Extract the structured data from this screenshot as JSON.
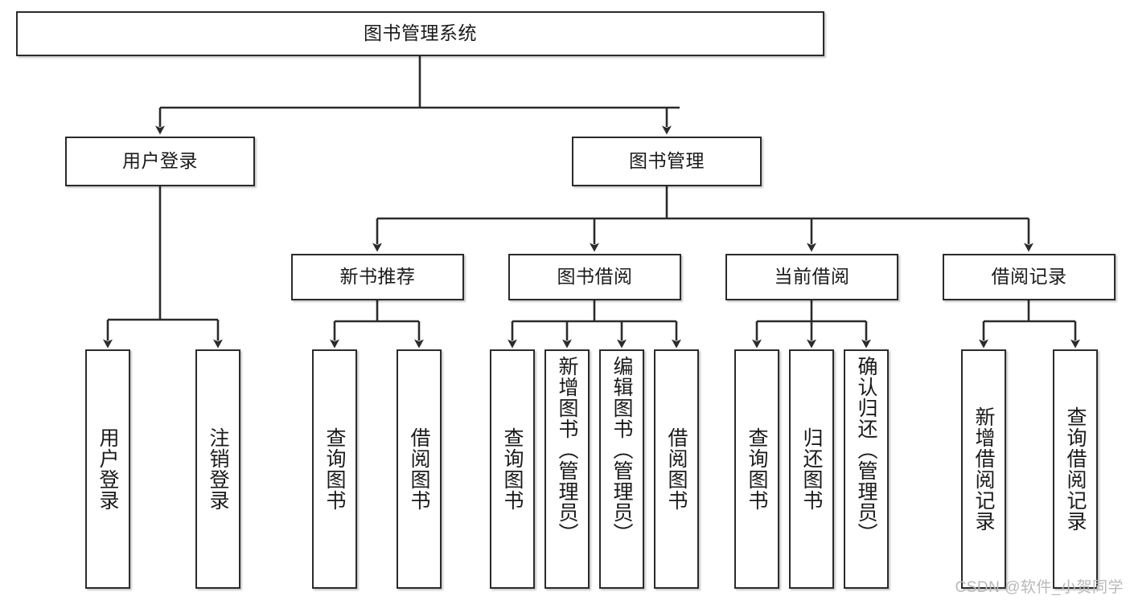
{
  "diagram": {
    "type": "hierarchy-tree",
    "title": "图书管理系统",
    "watermark": "CSDN @软件_小贺同学",
    "colors": {
      "box_border": "#2b2b2b",
      "box_fill": "#ffffff",
      "line": "#2b2b2b",
      "text": "#1a1a1a",
      "watermark": "#b9b9b9"
    },
    "levels": {
      "root": {
        "label": "图书管理系统"
      },
      "level2": [
        {
          "id": "user-login",
          "label": "用户登录"
        },
        {
          "id": "book-management",
          "label": "图书管理"
        }
      ],
      "level3": [
        {
          "id": "new-book-recommend",
          "label": "新书推荐"
        },
        {
          "id": "book-borrow",
          "label": "图书借阅"
        },
        {
          "id": "current-borrow",
          "label": "当前借阅"
        },
        {
          "id": "borrow-record",
          "label": "借阅记录"
        }
      ],
      "leaves": [
        {
          "id": "leaf-user-login",
          "label": "用户登录",
          "parent": "user-login"
        },
        {
          "id": "leaf-logout-login",
          "label": "注销登录",
          "parent": "user-login"
        },
        {
          "id": "leaf-query-book-1",
          "label": "查询图书",
          "parent": "new-book-recommend"
        },
        {
          "id": "leaf-borrow-book-1",
          "label": "借阅图书",
          "parent": "new-book-recommend"
        },
        {
          "id": "leaf-query-book-2",
          "label": "查询图书",
          "parent": "book-borrow"
        },
        {
          "id": "leaf-add-book",
          "label": "新增图书（管理员）",
          "parent": "book-borrow"
        },
        {
          "id": "leaf-edit-book",
          "label": "编辑图书（管理员）",
          "parent": "book-borrow"
        },
        {
          "id": "leaf-borrow-book-2",
          "label": "借阅图书",
          "parent": "book-borrow"
        },
        {
          "id": "leaf-query-book-3",
          "label": "查询图书",
          "parent": "current-borrow"
        },
        {
          "id": "leaf-return-book",
          "label": "归还图书",
          "parent": "current-borrow"
        },
        {
          "id": "leaf-confirm-return",
          "label": "确认归还（管理员）",
          "parent": "current-borrow"
        },
        {
          "id": "leaf-add-record",
          "label": "新增借阅记录",
          "parent": "borrow-record"
        },
        {
          "id": "leaf-query-record",
          "label": "查询借阅记录",
          "parent": "borrow-record"
        }
      ]
    }
  }
}
